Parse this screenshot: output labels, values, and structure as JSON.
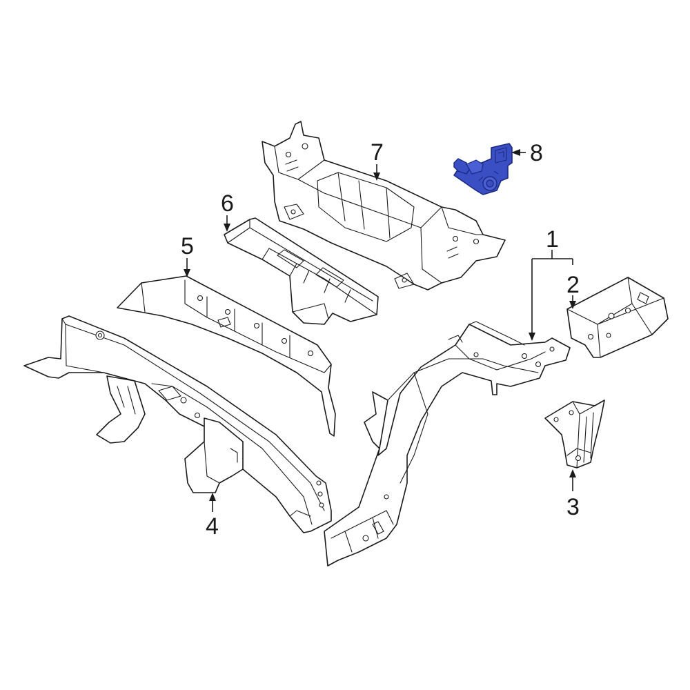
{
  "colors": {
    "line": "#1a1a1a",
    "background": "#ffffff",
    "highlight_fill": "#3a4fc4",
    "highlight_stroke": "#1b2a80"
  },
  "callouts": {
    "c1": "1",
    "c2": "2",
    "c3": "3",
    "c4": "4",
    "c5": "5",
    "c6": "6",
    "c7": "7",
    "c8": "8"
  },
  "highlighted_part": "8"
}
